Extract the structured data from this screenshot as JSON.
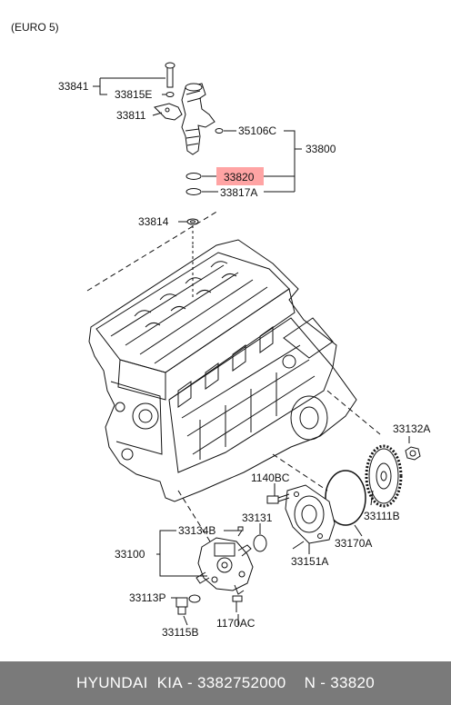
{
  "variant_label": "(EURO 5)",
  "parts": {
    "p33841": "33841",
    "p33815e": "33815E",
    "p33811": "33811",
    "p35106c": "35106C",
    "p33800": "33800",
    "p33820": "33820",
    "p33817a": "33817A",
    "p33814": "33814",
    "p33132a": "33132A",
    "p1140bc": "1140BC",
    "p33131": "33131",
    "p33111b": "33111B",
    "p33134b": "33134B",
    "p33170a": "33170A",
    "p33100": "33100",
    "p33151a": "33151A",
    "p33113p": "33113P",
    "p33115b": "33115B",
    "p1170ac": "1170AC"
  },
  "highlight_color": "#ff9a9a",
  "footer": {
    "brand": "HYUNDAI  KIA",
    "separator1": " - ",
    "oem_number": "3382752000",
    "separator2": "    N - ",
    "part_number": "33820"
  }
}
